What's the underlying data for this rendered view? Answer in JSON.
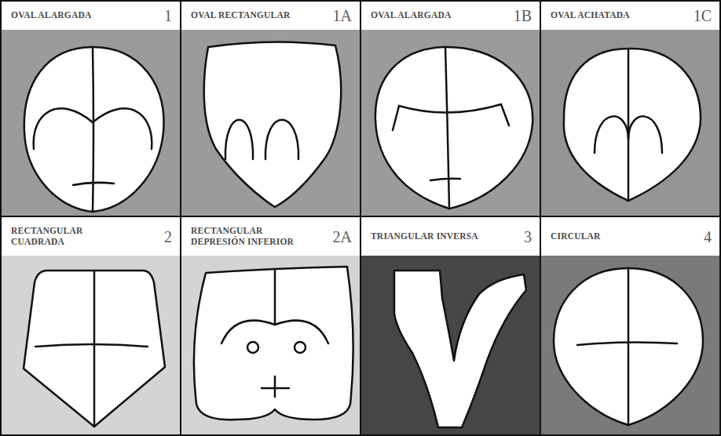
{
  "diagram": {
    "nodes": [
      {
        "text": [
          "OVAL ALARGADA",
          "1"
        ]
      },
      {
        "text": [
          "OVAL RECTANGULAR",
          "1A"
        ]
      },
      {
        "text": [
          "OVAL ALARGADA",
          "1B"
        ]
      },
      {
        "text": [
          "OVAL ACHATADA",
          "1C"
        ]
      },
      {
        "text": [
          "RECTANGULAR CUADRADA",
          "2"
        ]
      },
      {
        "text": [
          "RECTANGULAR DEPRESIÓN INFERIOR",
          "2A"
        ]
      },
      {
        "text": [
          "TRIANGULAR INVERSA",
          "3"
        ]
      },
      {
        "text": [
          "CIRCULAR",
          "4"
        ]
      }
    ]
  }
}
